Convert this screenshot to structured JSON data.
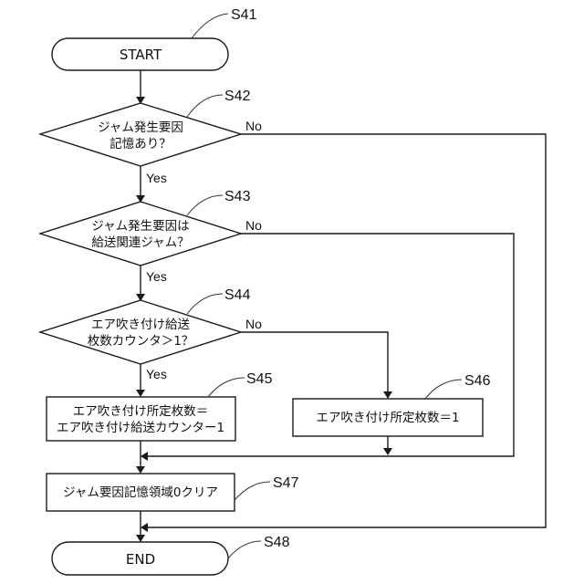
{
  "flowchart": {
    "start": {
      "id": "S41",
      "label": "START"
    },
    "decision1": {
      "id": "S42",
      "lines": [
        "ジャム発生要因",
        "記憶あり？"
      ],
      "yes": "Yes",
      "no": "No"
    },
    "decision2": {
      "id": "S43",
      "lines": [
        "ジャム発生要因は",
        "給送関連ジャム？"
      ],
      "yes": "Yes",
      "no": "No"
    },
    "decision3": {
      "id": "S44",
      "lines": [
        "エア吹き付け給送",
        "枚数カウンタ＞1？"
      ],
      "yes": "Yes",
      "no": "No"
    },
    "process1": {
      "id": "S45",
      "lines": [
        "エア吹き付け所定枚数＝",
        "エア吹き付け給送カウンター1"
      ]
    },
    "process2": {
      "id": "S46",
      "lines": [
        "エア吹き付け所定枚数＝1"
      ]
    },
    "process3": {
      "id": "S47",
      "lines": [
        "ジャム要因記憶領域0クリア"
      ]
    },
    "end": {
      "id": "S48",
      "label": "END"
    }
  }
}
